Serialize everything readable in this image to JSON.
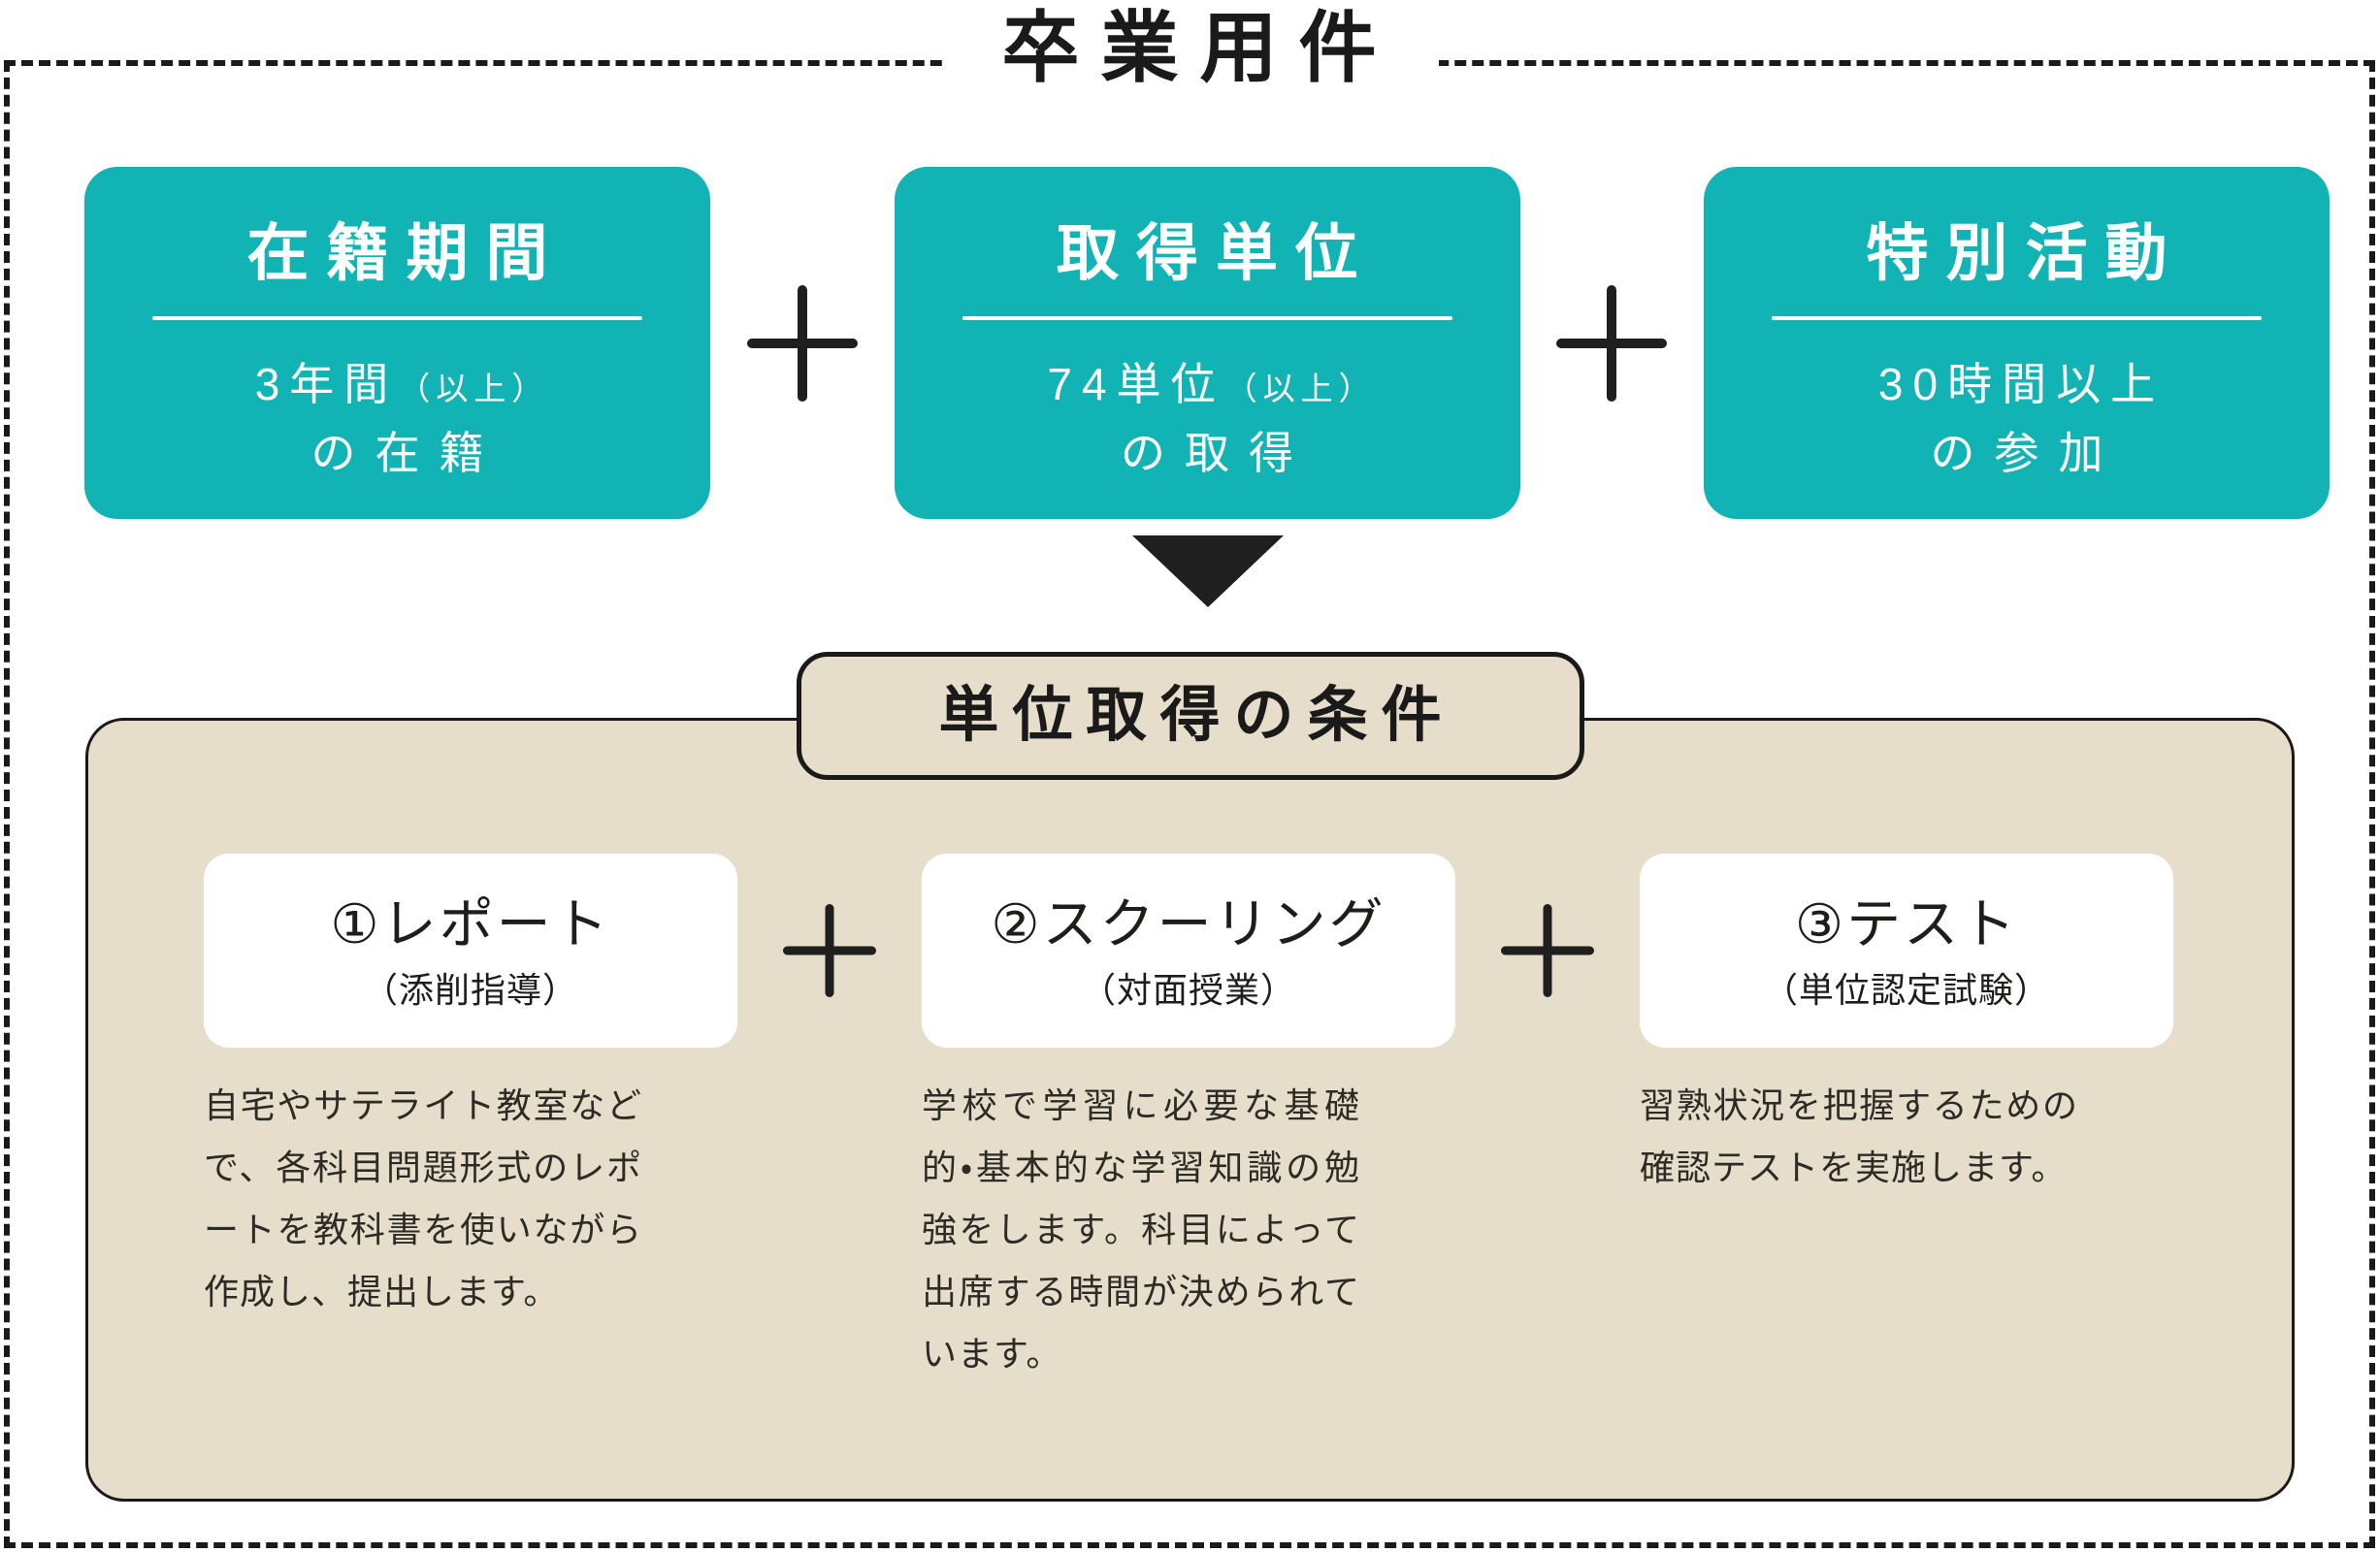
{
  "title": "卒業用件",
  "colors": {
    "teal": "#11b3b5",
    "beige": "#e6decb",
    "ink": "#1a1a1a"
  },
  "requirements": [
    {
      "title": "在籍期間",
      "value": "3年間",
      "value_note": "（以上）",
      "caption": "の在籍"
    },
    {
      "title": "取得単位",
      "value": "74単位",
      "value_note": "（以上）",
      "caption": "の取得"
    },
    {
      "title": "特別活動",
      "value": "30時間以上",
      "value_note": "",
      "caption": "の参加"
    }
  ],
  "conditions": {
    "badge": "単位取得の条件",
    "items": [
      {
        "title": "①レポート",
        "subtitle": "（添削指導）",
        "description": "自宅やサテライト教室などで、各科目問題形式のレポートを教科書を使いながら作成し、提出します。"
      },
      {
        "title": "②スクーリング",
        "subtitle": "（対面授業）",
        "description": "学校で学習に必要な基礎的・基本的な学習知識の勉強をします。科目によって出席する時間が決められています。"
      },
      {
        "title": "③テスト",
        "subtitle": "（単位認定試験）",
        "description": "習熟状況を把握するための確認テストを実施します。"
      }
    ]
  }
}
